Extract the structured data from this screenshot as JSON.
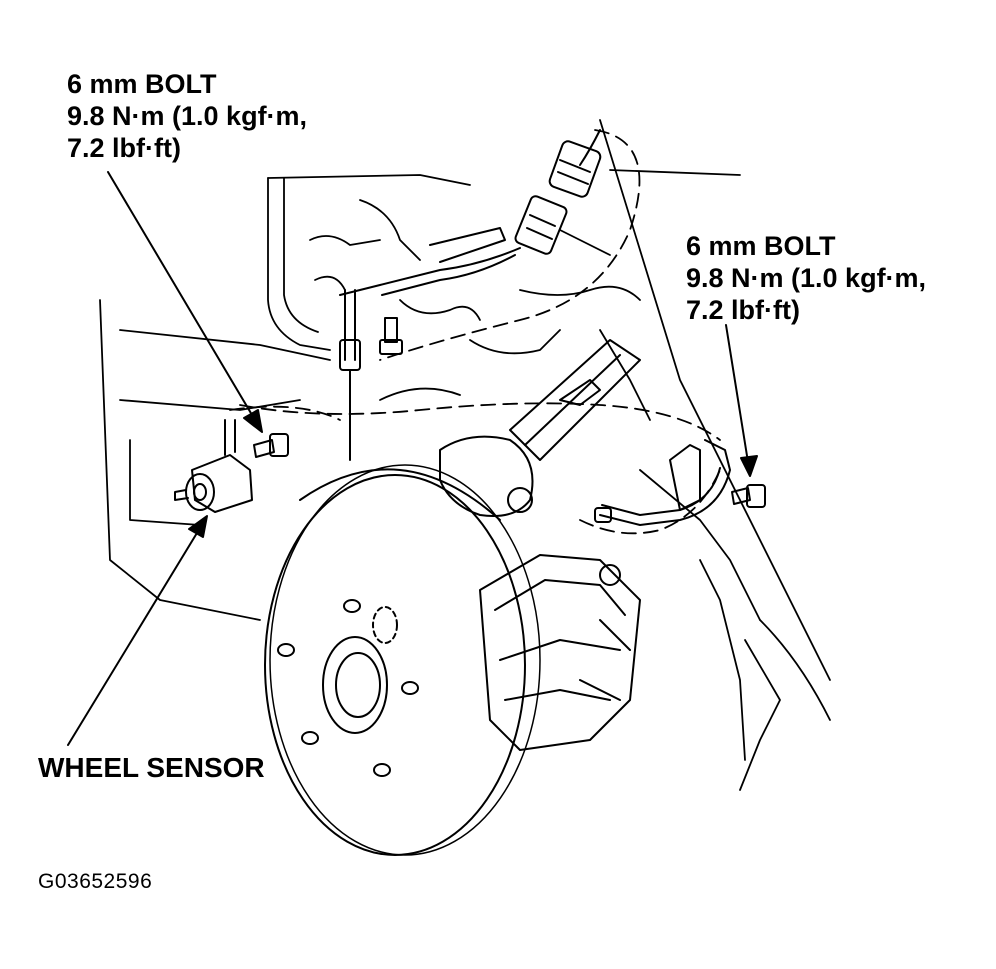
{
  "callouts": {
    "left_bolt": {
      "line1": "6 mm BOLT",
      "line2": "9.8 N·m (1.0 kgf·m,",
      "line3": "7.2 lbf·ft)"
    },
    "right_bolt": {
      "line1": "6 mm BOLT",
      "line2": "9.8 N·m (1.0 kgf·m,",
      "line3": "7.2 lbf·ft)"
    },
    "wheel_sensor": "WHEEL SENSOR"
  },
  "figure_id": "G03652596",
  "colors": {
    "ink": "#000000",
    "paper": "#ffffff"
  }
}
